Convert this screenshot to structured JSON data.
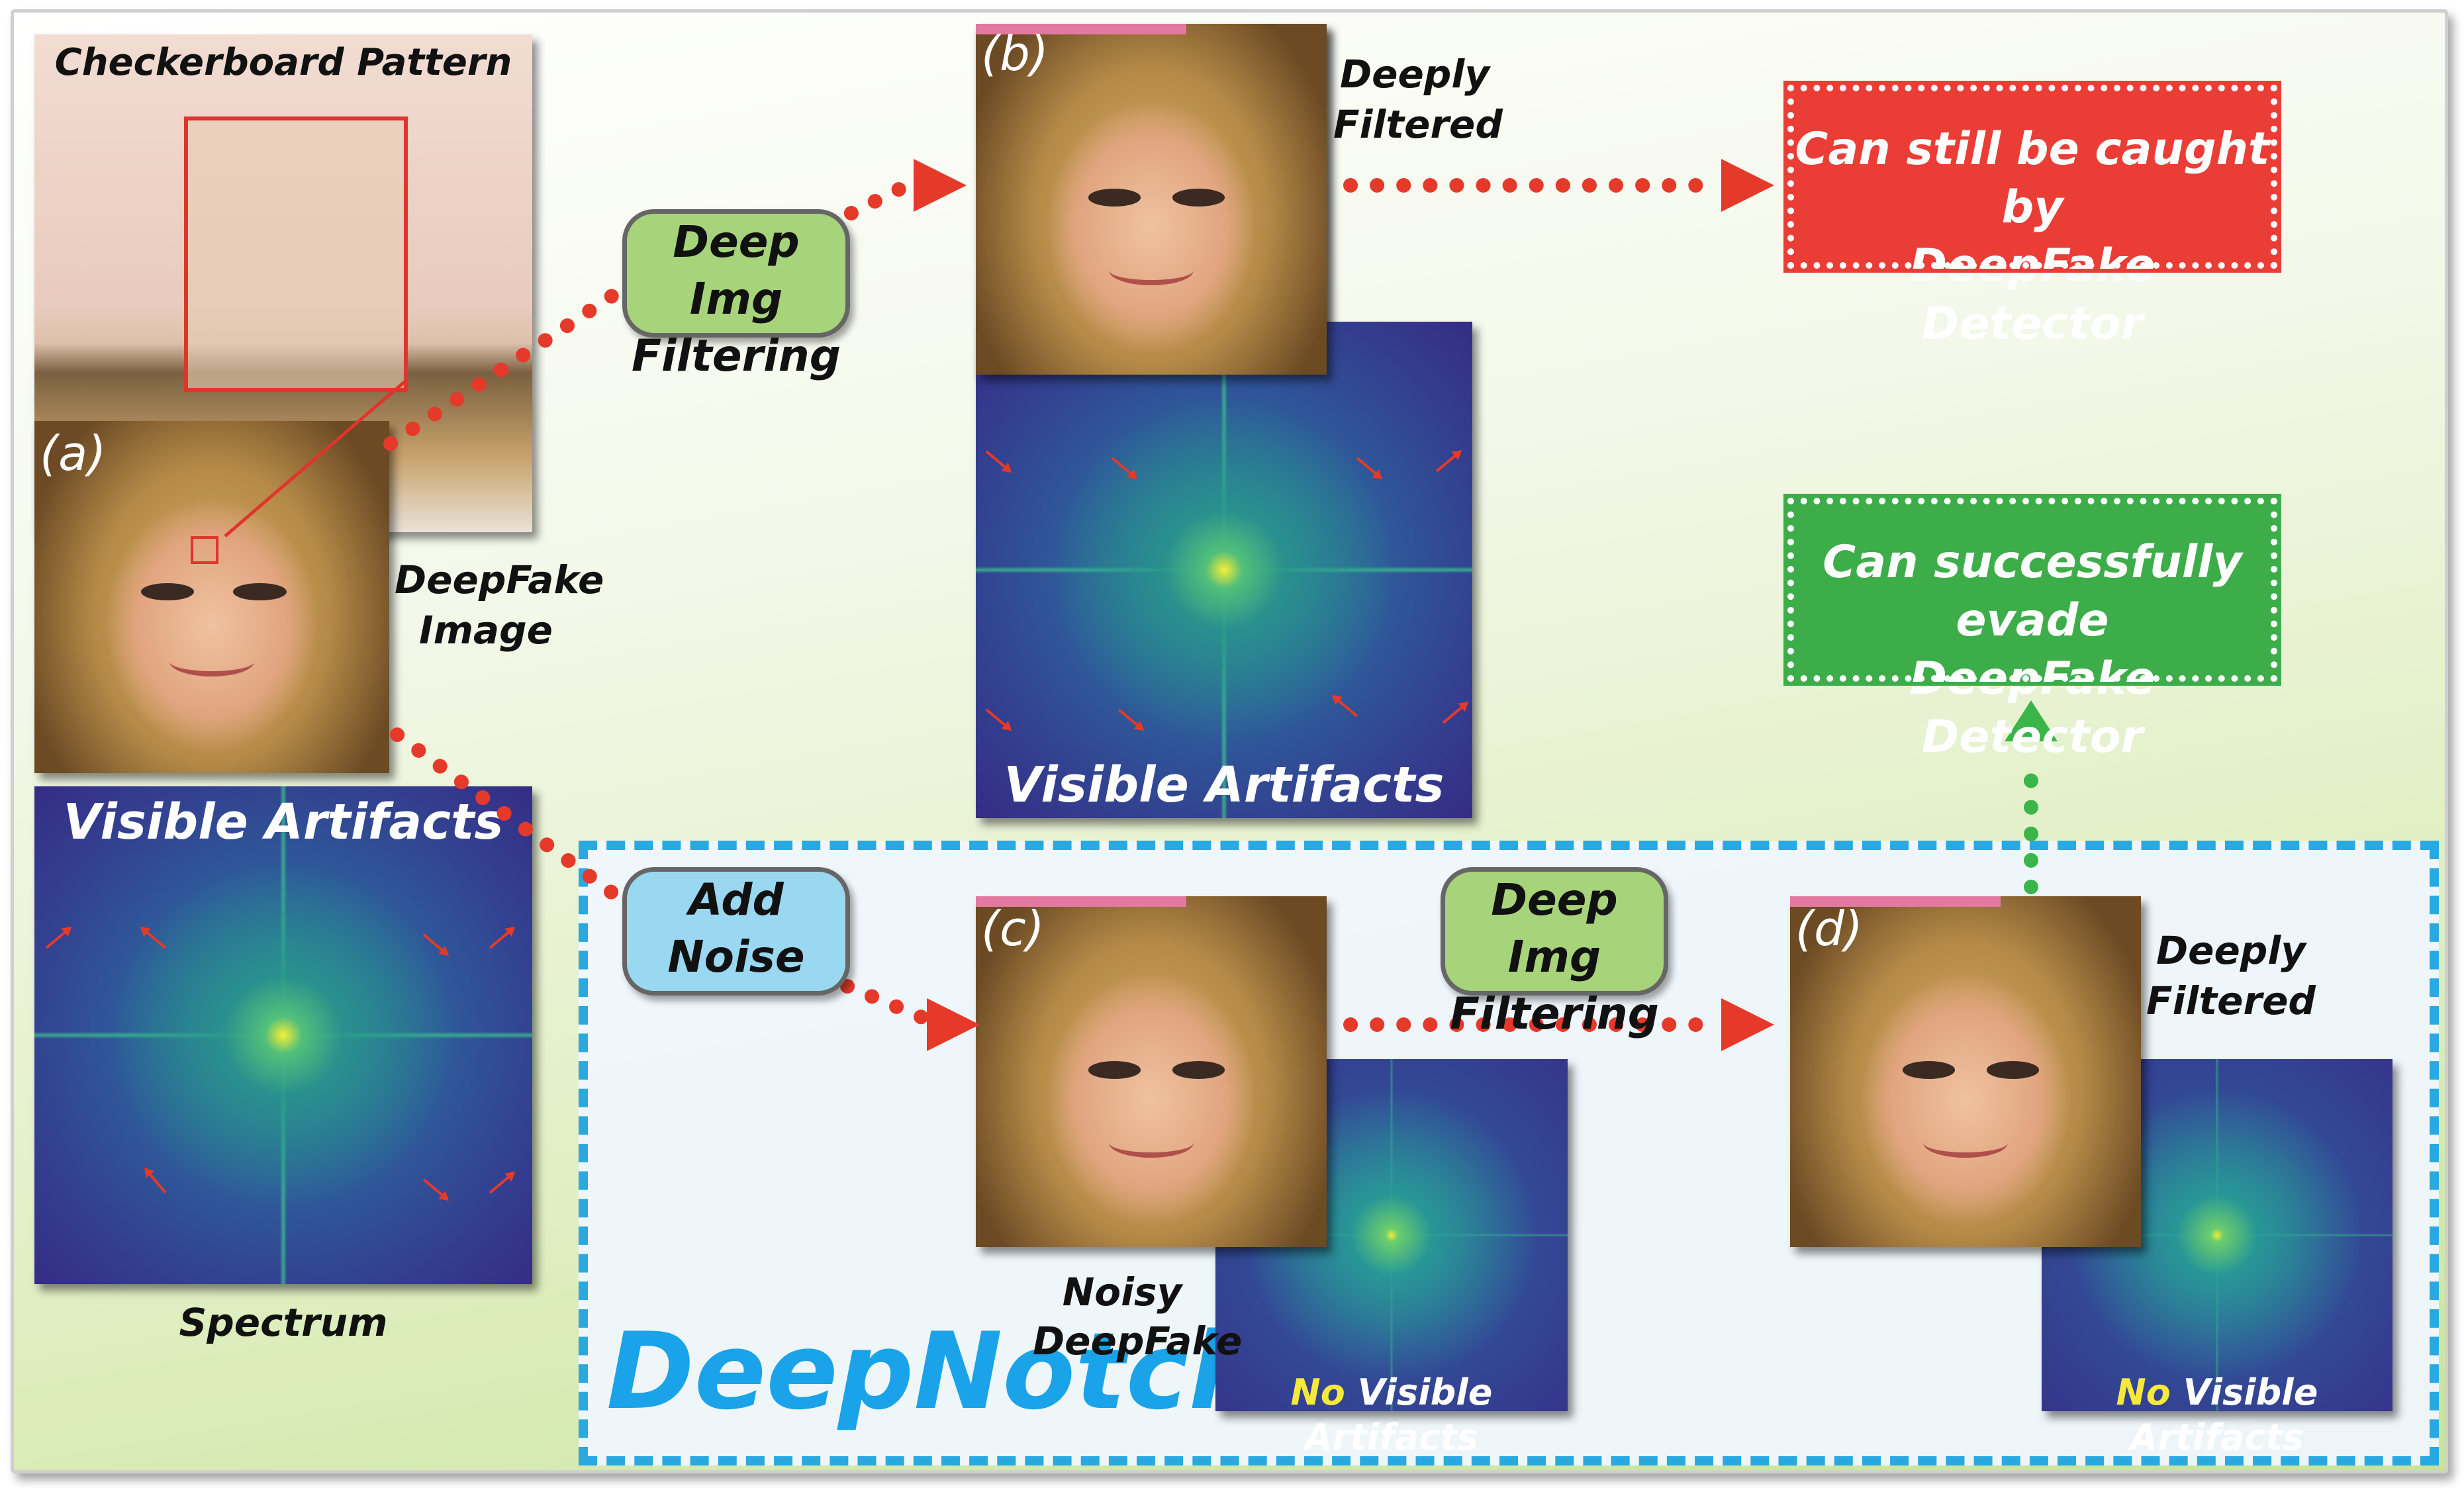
{
  "labels": {
    "checkerboard": "Checkerboard Pattern",
    "panel_a": "(a)",
    "panel_b": "(b)",
    "panel_c": "(c)",
    "panel_d": "(d)",
    "deepfake_image_1": "DeepFake",
    "deepfake_image_2": "Image",
    "spectrum": "Spectrum",
    "deeply_filtered_b_1": "Deeply",
    "deeply_filtered_b_2": "Filtered",
    "deeply_filtered_d_1": "Deeply",
    "deeply_filtered_d_2": "Filtered",
    "noisy_1": "Noisy",
    "noisy_2": "DeepFake",
    "visible_artifacts_a": "Visible Artifacts",
    "visible_artifacts_b": "Visible Artifacts",
    "no_word_c": "No",
    "no_rest_c": " Visible Artifacts",
    "no_word_d": "No",
    "no_rest_d": " Visible Artifacts",
    "deepnotch": "DeepNotch"
  },
  "actions": {
    "filter_top_1": "Deep Img",
    "filter_top_2": "Filtering",
    "add_noise_1": "Add",
    "add_noise_2": "Noise",
    "filter_bottom_1": "Deep Img",
    "filter_bottom_2": "Filtering"
  },
  "outcomes": {
    "caught_1": "Can still be caught by",
    "caught_2": "DeepFake Detector",
    "evade_1": "Can successfully evade",
    "evade_2": "DeepFake Detector"
  },
  "colors": {
    "filter_pill": "#a7d37a",
    "noise_pill": "#9ad8f2",
    "caught_box": "#ea3d35",
    "evade_box": "#3dad4a",
    "arrow_red": "#e53a2a",
    "arrow_green": "#3bb54a",
    "deepnotch_blue": "#1aa3e8",
    "no_yellow": "#f5e93c"
  }
}
